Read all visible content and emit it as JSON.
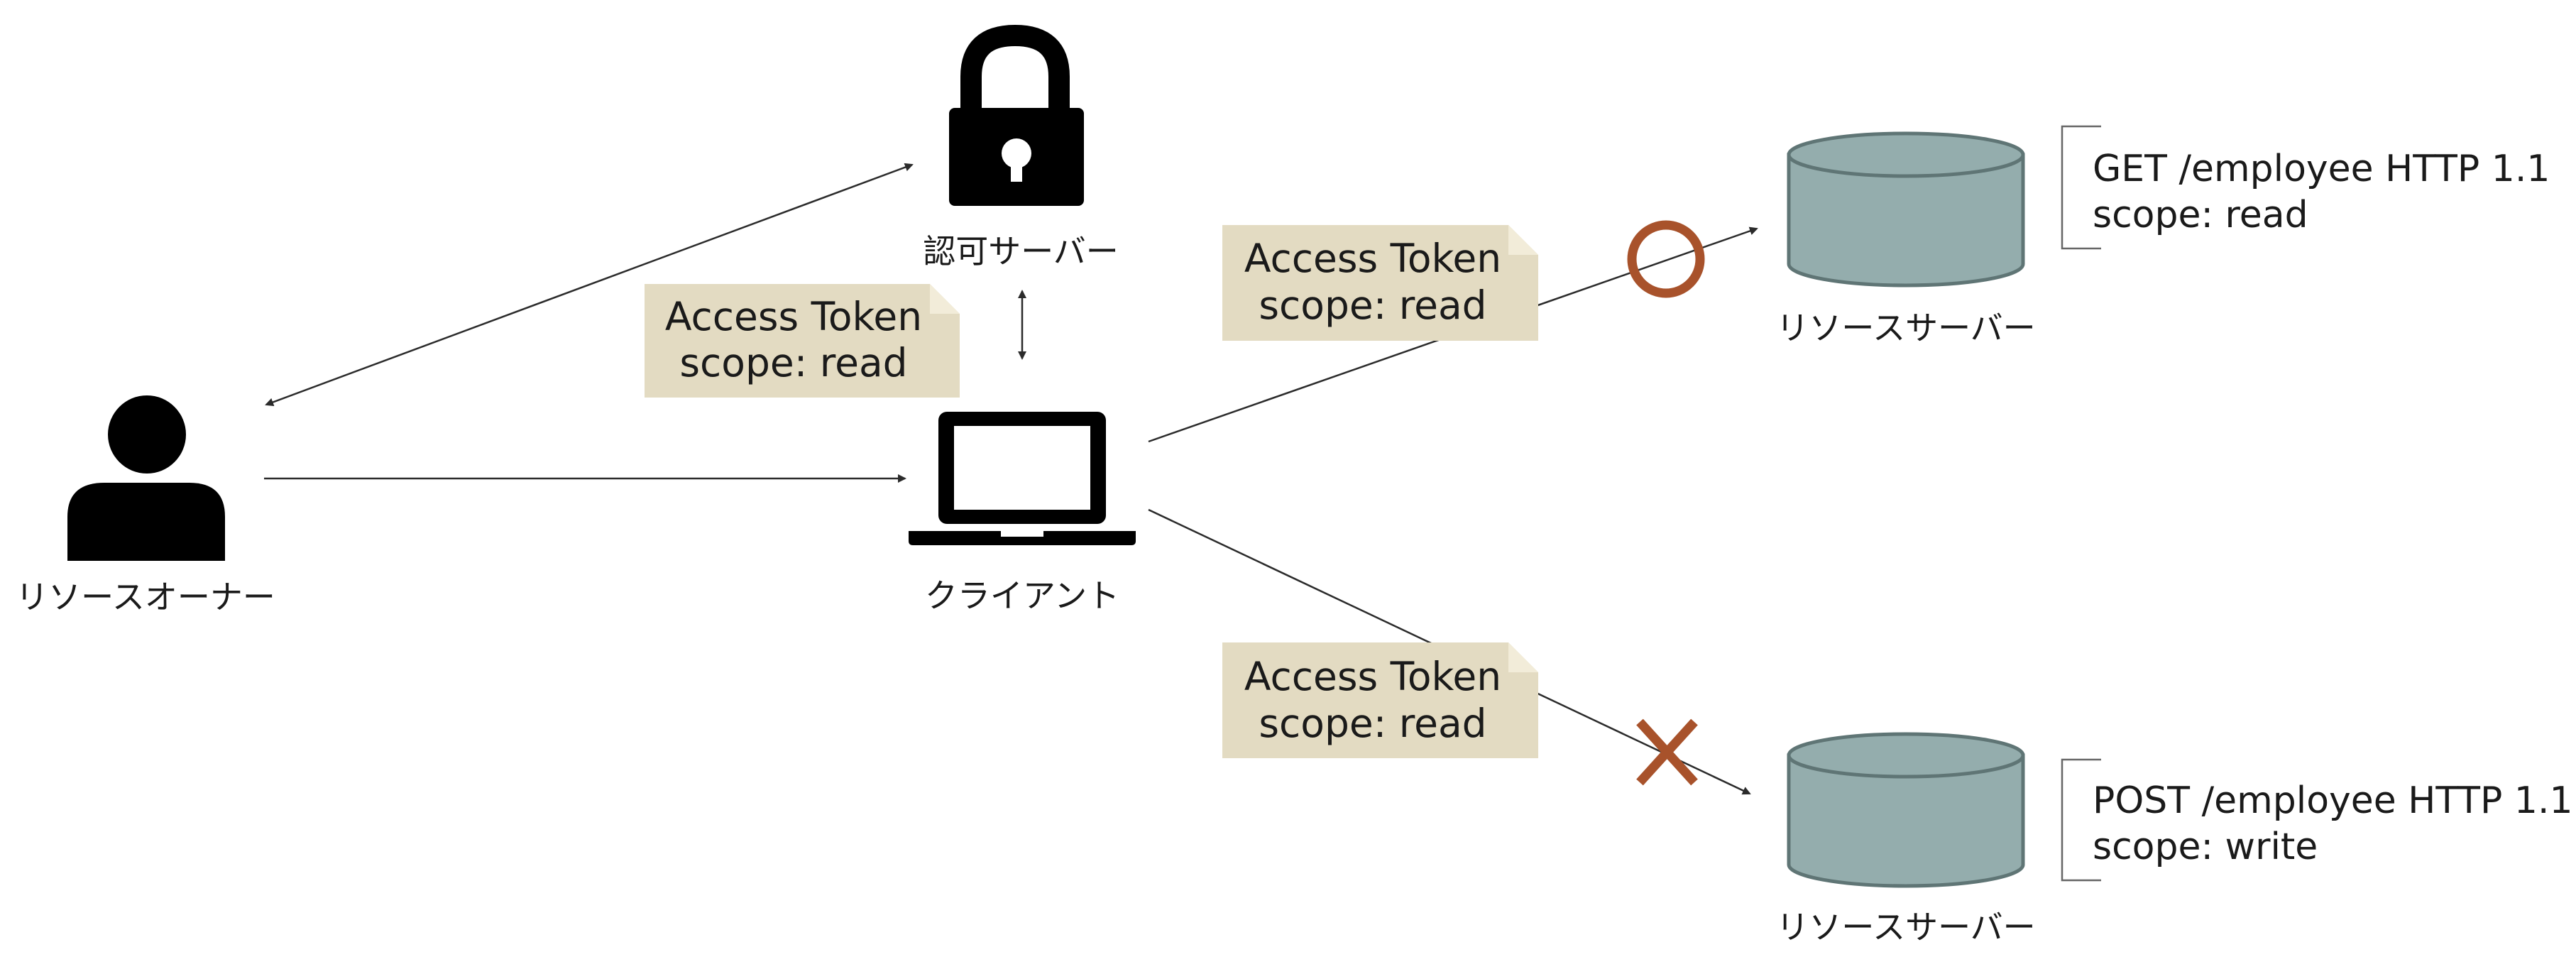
{
  "nodes": {
    "resource_owner": {
      "label": "リソースオーナー",
      "icon": "person-icon"
    },
    "auth_server": {
      "label": "認可サーバー",
      "icon": "lock-icon"
    },
    "client": {
      "label": "クライアント",
      "icon": "laptop-icon"
    },
    "resource_server_read": {
      "label": "リソースサーバー",
      "icon": "database-icon"
    },
    "resource_server_write": {
      "label": "リソースサーバー",
      "icon": "database-icon"
    }
  },
  "tokens": [
    {
      "line1": "Access Token",
      "line2": "scope: read"
    },
    {
      "line1": "Access Token",
      "line2": "scope: read"
    },
    {
      "line1": "Access Token",
      "line2": "scope: read"
    }
  ],
  "requests": [
    {
      "line1": "GET /employee HTTP 1.1",
      "line2": "scope: read"
    },
    {
      "line1": "POST /employee HTTP 1.1",
      "line2": "scope: write"
    }
  ],
  "results": {
    "allowed_icon": "circle-ok-icon",
    "denied_icon": "cross-denied-icon"
  },
  "colors": {
    "token_fill": "#e3dbc2",
    "database_fill": "#94adad",
    "database_stroke": "#5f7575",
    "result_mark": "#a8522b",
    "icon_black": "#000000"
  }
}
